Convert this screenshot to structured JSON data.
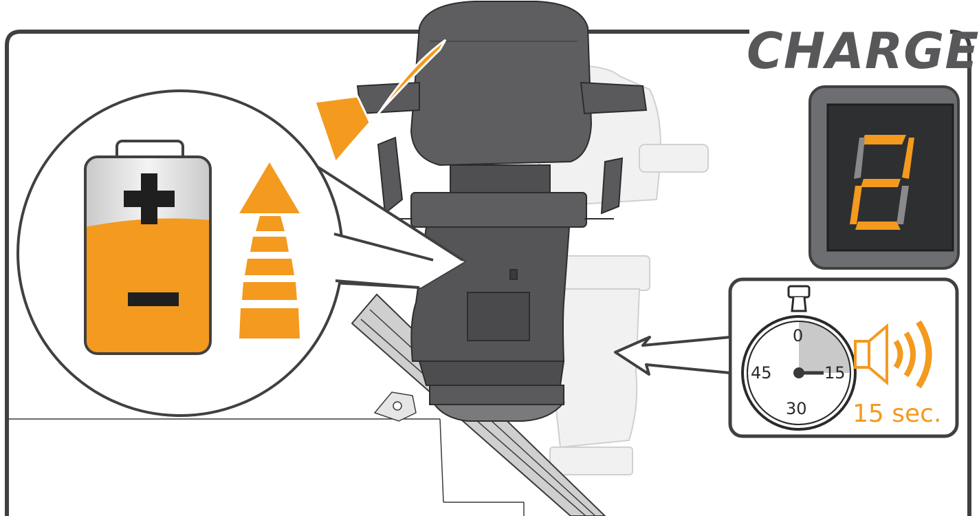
{
  "title": "CHARGE",
  "timer": {
    "dial_labels": {
      "top": "0",
      "right": "15",
      "bottom": "30",
      "left": "45"
    },
    "elapsed_fraction": 0.25,
    "duration_text": "15 sec."
  },
  "display": {
    "digit_segments_on": [
      "a",
      "b",
      "g",
      "e",
      "d"
    ]
  },
  "battery": {
    "charge_level": 0.6,
    "plus_symbol": "+",
    "minus_symbol": "−"
  },
  "icons": [
    "checkmark-icon",
    "battery-icon",
    "charging-arrow-icon",
    "stopwatch-icon",
    "speaker-icon",
    "seven-segment-display"
  ],
  "colors": {
    "accent": "#f39a1f",
    "dark": "#58585a",
    "frame": "#404041",
    "chair": "#5e5e60"
  }
}
